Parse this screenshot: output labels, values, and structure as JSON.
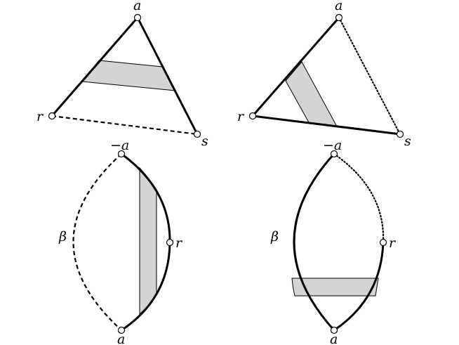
{
  "panels": {
    "top_left": {
      "vertex_top": "a",
      "vertex_left": "r",
      "vertex_right": "s"
    },
    "top_right": {
      "vertex_top": "a",
      "vertex_left": "r",
      "vertex_right": "s"
    },
    "bottom_left": {
      "vertex_top": "−a",
      "vertex_right": "r",
      "vertex_bottom": "a",
      "arc_label": "β"
    },
    "bottom_right": {
      "vertex_top": "−a",
      "vertex_right": "r",
      "vertex_bottom": "a",
      "arc_label": "β"
    }
  },
  "colors": {
    "band_fill": "#d4d4d4",
    "line": "#000000",
    "vertex_fill": "#ffffff"
  }
}
